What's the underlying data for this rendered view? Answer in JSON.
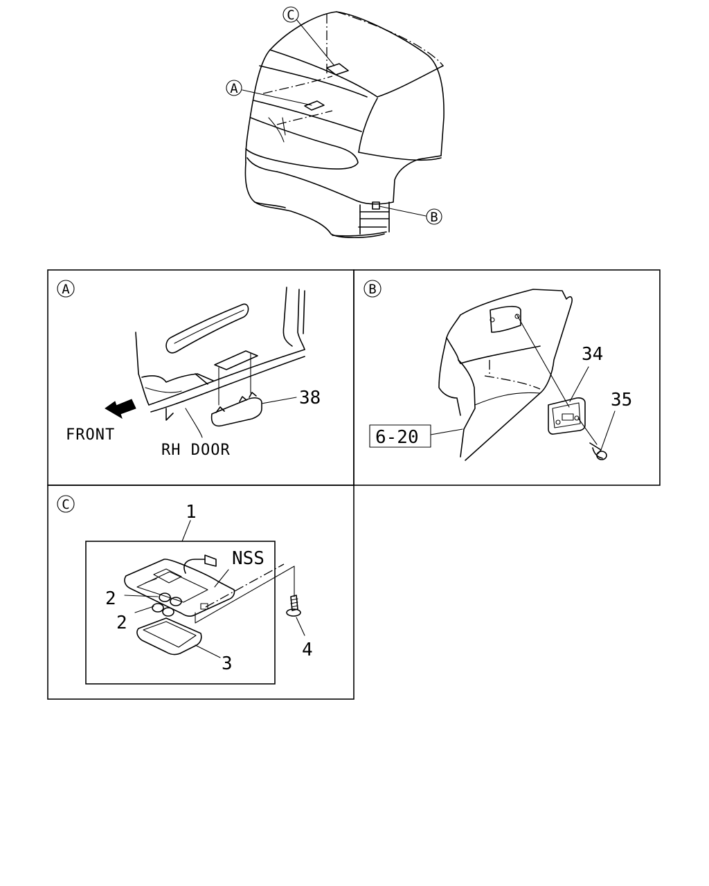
{
  "callouts": {
    "top_a": "A",
    "top_b": "B",
    "top_c": "C",
    "panel_a": "A",
    "panel_b": "B",
    "panel_c": "C"
  },
  "panel_a": {
    "front_label": "FRONT",
    "door_label": "RH DOOR",
    "part_38": "38"
  },
  "panel_b": {
    "ref_box": "6-20",
    "part_34": "34",
    "part_35": "35"
  },
  "panel_c": {
    "part_1": "1",
    "nss_label": "NSS",
    "part_2a": "2",
    "part_2b": "2",
    "part_3": "3",
    "part_4": "4"
  }
}
